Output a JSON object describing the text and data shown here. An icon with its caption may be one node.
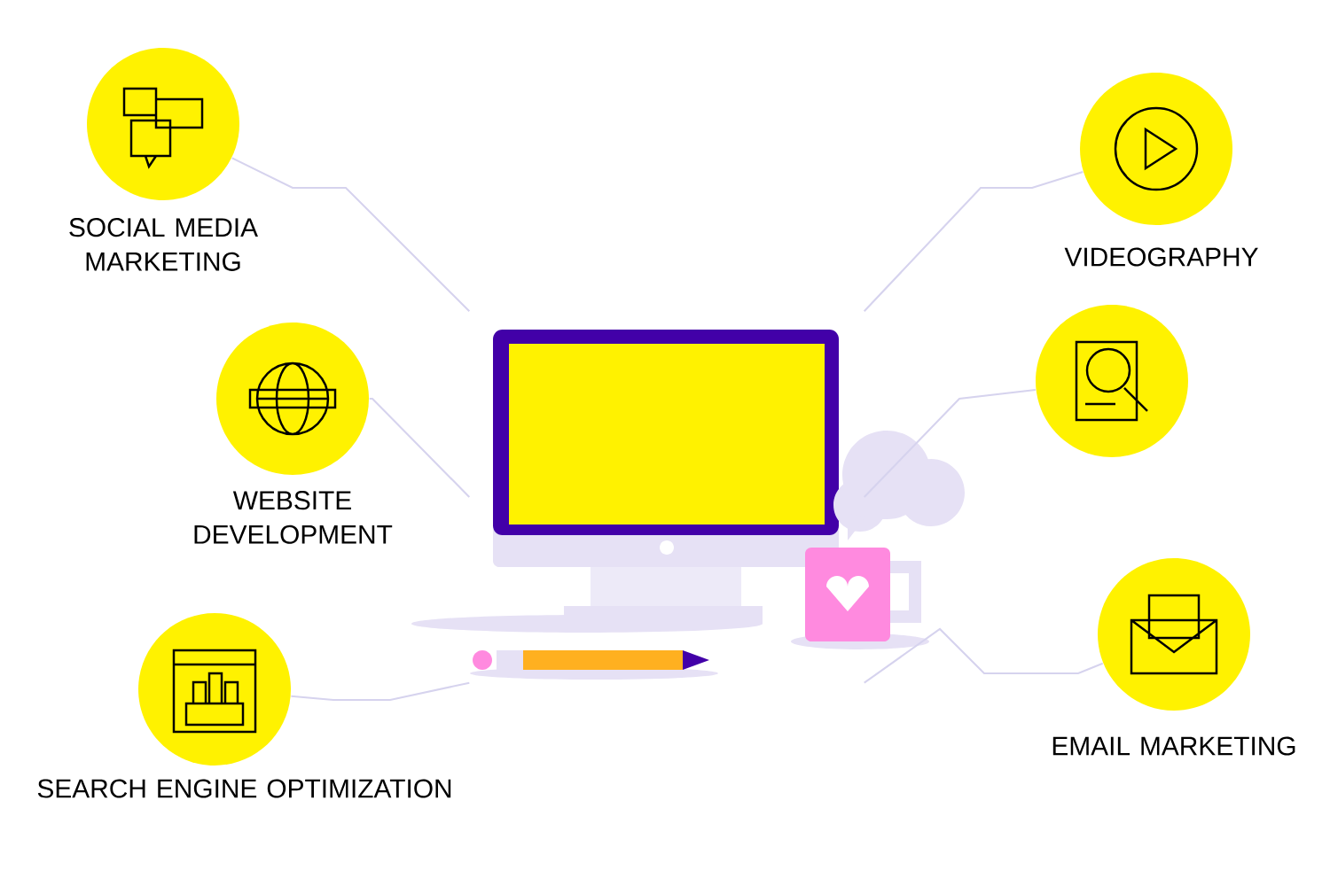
{
  "diagram": {
    "nodes": [
      {
        "text": [
          "SOCIAL MEDIA MARKETING"
        ]
      },
      {
        "text": [
          "WEBSITE DEVELOPMENT"
        ]
      },
      {
        "text": [
          "SEARCH ENGINE OPTIMIZATION"
        ]
      },
      {
        "text": [
          "VIDEOGRAPHY"
        ]
      },
      {
        "text": [],
        "shape": "circle"
      },
      {
        "text": [
          "EMAIL MARKETING"
        ]
      },
      {
        "text": [],
        "shape": "picture"
      }
    ],
    "edges": [
      {
        "from": 0,
        "to": 6,
        "arrow": "none"
      },
      {
        "from": 1,
        "to": 6,
        "arrow": "none"
      },
      {
        "from": 2,
        "to": 6,
        "arrow": "none"
      },
      {
        "from": 3,
        "to": 6,
        "arrow": "none"
      },
      {
        "from": 4,
        "to": 6,
        "arrow": "none"
      },
      {
        "from": 5,
        "to": 6,
        "arrow": "none"
      }
    ]
  }
}
